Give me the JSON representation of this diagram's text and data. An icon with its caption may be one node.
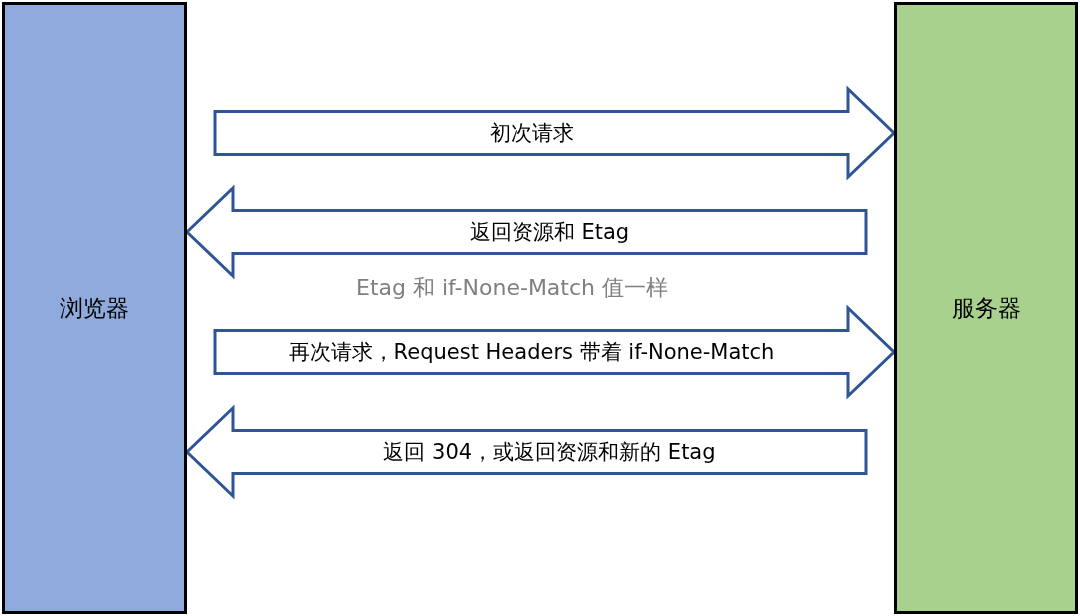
{
  "diagram": {
    "nodes": [
      {
        "text": [
          "浏览器"
        ]
      },
      {
        "text": [
          "服务器"
        ]
      }
    ],
    "edges": [
      {
        "from": 0,
        "to": 1,
        "arrow": "to",
        "label": "初次请求"
      },
      {
        "from": 1,
        "to": 0,
        "arrow": "to",
        "label": "返回资源和 Etag"
      },
      {
        "from": 0,
        "to": 1,
        "arrow": "to",
        "label": "再次请求，Request Headers 带着 if-None-Match"
      },
      {
        "from": 1,
        "to": 0,
        "arrow": "to",
        "label": "返回 304，或返回资源和新的 Etag"
      }
    ],
    "labels": [
      "Etag 和 if-None-Match 值一样"
    ]
  }
}
